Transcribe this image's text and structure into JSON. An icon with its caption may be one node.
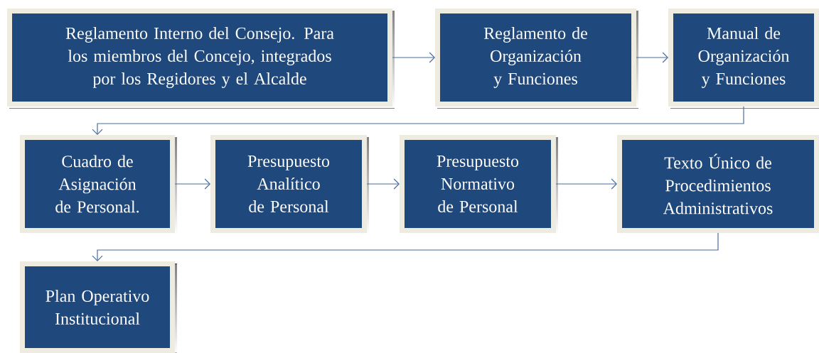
{
  "diagram": {
    "nodes": [
      {
        "text": [
          "Reglamento Interno del Consejo. Para los miembros del Concejo, integrados por los Regidores y el Alcalde"
        ]
      },
      {
        "text": [
          "Reglamento de Organización y Funciones"
        ]
      },
      {
        "text": [
          "Manual de Organización y Funciones"
        ]
      },
      {
        "text": [
          "Cuadro de Asignación de Personal."
        ]
      },
      {
        "text": [
          "Presupuesto Analítico de Personal"
        ]
      },
      {
        "text": [
          "Presupuesto Normativo de Personal"
        ]
      },
      {
        "text": [
          "Texto Único de Procedimientos Administrativos"
        ]
      },
      {
        "text": [
          "Plan Operativo Institucional"
        ]
      }
    ],
    "edges": [
      {
        "from": 0,
        "to": 1,
        "arrow": "to"
      },
      {
        "from": 1,
        "to": 2,
        "arrow": "to"
      },
      {
        "from": 2,
        "to": 3,
        "arrow": "to"
      },
      {
        "from": 3,
        "to": 4,
        "arrow": "to"
      },
      {
        "from": 4,
        "to": 5,
        "arrow": "to"
      },
      {
        "from": 5,
        "to": 6,
        "arrow": "to"
      },
      {
        "from": 6,
        "to": 7,
        "arrow": "to"
      }
    ]
  }
}
